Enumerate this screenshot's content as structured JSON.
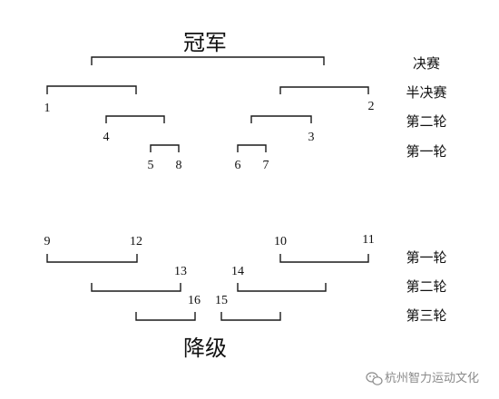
{
  "diagram": {
    "title_top": "冠军",
    "title_bottom": "降级",
    "rounds_upper": [
      "决赛",
      "半决赛",
      "第二轮",
      "第一轮"
    ],
    "rounds_lower": [
      "第一轮",
      "第二轮",
      "第三轮"
    ],
    "seeds_upper": {
      "semi_left": "1",
      "semi_right": "2",
      "r2_left": "4",
      "r2_right": "3",
      "r1_left_a": "5",
      "r1_left_b": "8",
      "r1_right_a": "6",
      "r1_right_b": "7"
    },
    "seeds_lower": {
      "r1_left_a": "9",
      "r1_left_b": "12",
      "r1_right_a": "10",
      "r1_right_b": "11",
      "r2_left": "13",
      "r2_right": "14",
      "r3_left": "16",
      "r3_right": "15"
    }
  },
  "watermark": {
    "icon": "wechat-icon",
    "text": "杭州智力运动文化",
    "color": "#8a8a8a"
  }
}
